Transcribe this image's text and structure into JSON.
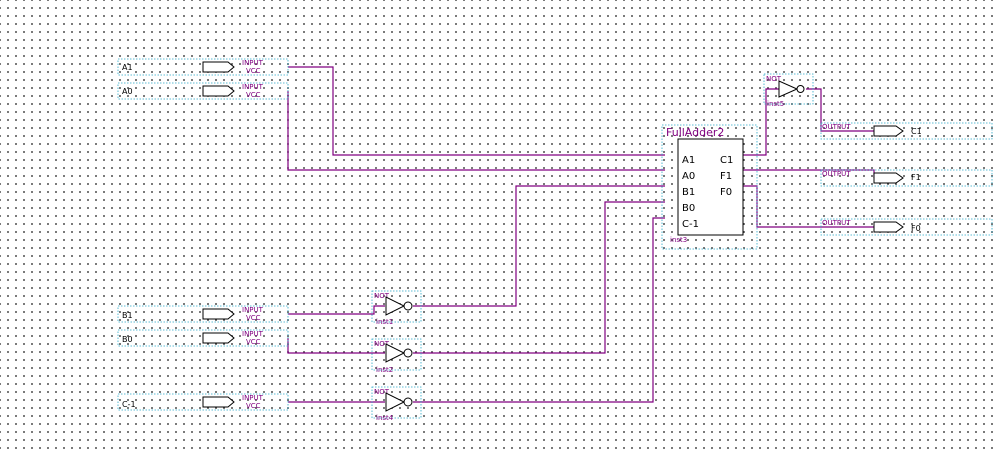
{
  "inputs": [
    {
      "name": "A1",
      "tag": "INPUT",
      "sub": "VCC"
    },
    {
      "name": "A0",
      "tag": "INPUT",
      "sub": "VCC"
    },
    {
      "name": "B1",
      "tag": "INPUT",
      "sub": "VCC"
    },
    {
      "name": "B0",
      "tag": "INPUT",
      "sub": "VCC"
    },
    {
      "name": "C-1",
      "tag": "INPUT",
      "sub": "VCC"
    }
  ],
  "outputs": [
    {
      "name": "C1",
      "tag": "OUTPUT"
    },
    {
      "name": "F1",
      "tag": "OUTPUT"
    },
    {
      "name": "F0",
      "tag": "OUTPUT"
    }
  ],
  "not_gates": [
    {
      "label": "NOT",
      "inst": "inst5"
    },
    {
      "label": "NOT",
      "inst": "inst1"
    },
    {
      "label": "NOT",
      "inst": "inst2"
    },
    {
      "label": "NOT",
      "inst": "inst4"
    }
  ],
  "adder": {
    "title": "FullAdder2",
    "inst": "inst3",
    "left_ports": [
      "A1",
      "A0",
      "B1",
      "B0",
      "C-1"
    ],
    "right_ports": [
      "C1",
      "F1",
      "F0"
    ]
  },
  "colors": {
    "wire": "#800080",
    "frame": "#2aa8c8"
  }
}
